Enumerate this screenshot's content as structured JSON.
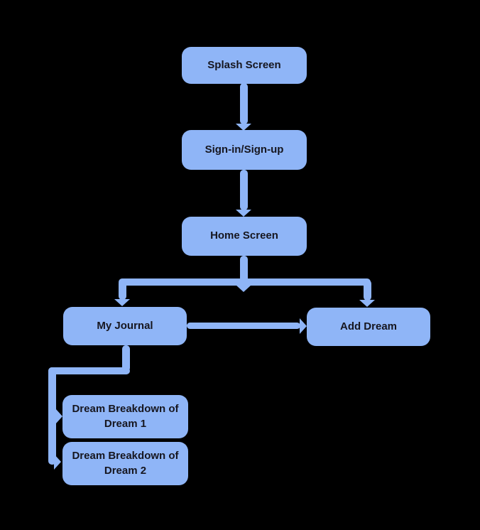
{
  "diagram": {
    "background_color": "#000000",
    "node_fill_color": "#8FB5F7",
    "node_text_color": "#16161F",
    "connector_color": "#8FB5F7",
    "nodes": [
      {
        "id": "splash-screen",
        "label": "Splash Screen"
      },
      {
        "id": "sign-in-sign-up",
        "label": "Sign-in/Sign-up"
      },
      {
        "id": "home-screen",
        "label": "Home Screen"
      },
      {
        "id": "my-journal",
        "label": "My Journal"
      },
      {
        "id": "add-dream",
        "label": "Add Dream"
      },
      {
        "id": "dream-breakdown-1",
        "label": "Dream Breakdown of Dream 1"
      },
      {
        "id": "dream-breakdown-2",
        "label": "Dream Breakdown of Dream 2"
      }
    ],
    "edges": [
      {
        "from": "Splash Screen",
        "to": "Sign-in/Sign-up"
      },
      {
        "from": "Sign-in/Sign-up",
        "to": "Home Screen"
      },
      {
        "from": "Home Screen",
        "to": "My Journal"
      },
      {
        "from": "Home Screen",
        "to": "Add Dream"
      },
      {
        "from": "My Journal",
        "to": "Add Dream"
      },
      {
        "from": "My Journal",
        "to": "Dream Breakdown of Dream 1"
      },
      {
        "from": "My Journal",
        "to": "Dream Breakdown of Dream 2"
      }
    ]
  }
}
